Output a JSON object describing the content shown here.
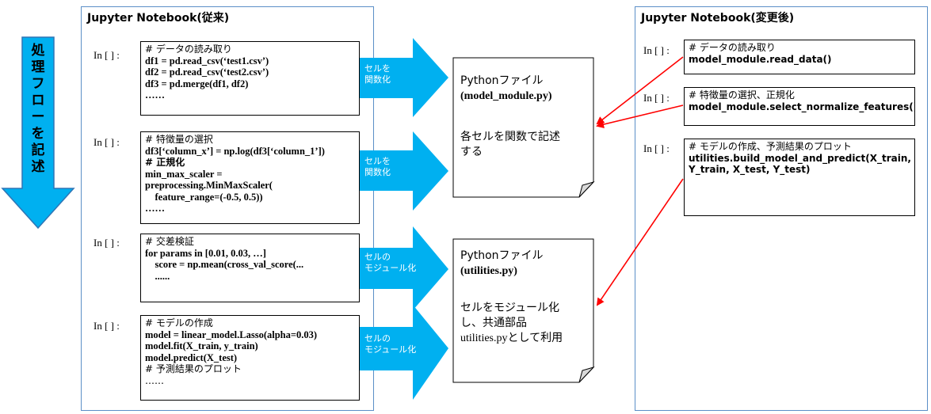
{
  "vertical_arrow": {
    "text": "処理フローを記述"
  },
  "left_panel": {
    "title": "Jupyter Notebook(従来)",
    "cells": [
      {
        "label": "In [  ] :",
        "lines": [
          "# データの読み取り",
          "df1 = pd.read_csv(‘test1.csv’)",
          "df2 = pd.read_csv(‘test2.csv’)",
          "df3 = pd.merge(df1, df2)",
          "……"
        ]
      },
      {
        "label": "In [  ] :",
        "lines": [
          "# 特徴量の選択",
          "df3[‘column_x’] = np.log(df3[‘column_1’])",
          "# 正規化",
          "min_max_scaler =",
          "preprocessing.MinMaxScaler(",
          "    feature_range=(-0.5, 0.5))",
          "……"
        ]
      },
      {
        "label": "In [  ] :",
        "lines": [
          "# 交差検証",
          "for params in [0.01, 0.03, …]",
          "    score = np.mean(cross_val_score(...",
          "    ......"
        ]
      },
      {
        "label": "In [  ] :",
        "lines": [
          "# モデルの作成",
          "model = linear_model.Lasso(alpha=0.03)",
          "model.fit(X_train, y_train)",
          "model.predict(X_test)",
          "# 予測結果のプロット",
          "……"
        ]
      }
    ]
  },
  "arrows": [
    {
      "line1": "セルを",
      "line2": "関数化"
    },
    {
      "line1": "セルを",
      "line2": "関数化"
    },
    {
      "line1": "セルの",
      "line2": "モジュール化"
    },
    {
      "line1": "セルの",
      "line2": "モジュール化"
    }
  ],
  "doc1": {
    "line1": "Pythonファイル",
    "line2": "(model_module.py)",
    "line3": "各セルを関数で記述",
    "line4": "する"
  },
  "doc2": {
    "line1": "Pythonファイル",
    "line2": "(utilities.py)",
    "line3": "セルをモジュール化",
    "line4": "し、共通部品",
    "line5a": "utilities.py",
    "line5b": "として利用"
  },
  "right_panel": {
    "title": "Jupyter Notebook(変更後)",
    "cells": [
      {
        "label": "In [  ] :",
        "lines": [
          "# データの読み取り",
          "model_module.read_data()"
        ]
      },
      {
        "label": "In [  ] :",
        "lines": [
          "# 特徴量の選択、正規化",
          "model_module.select_normalize_features()"
        ]
      },
      {
        "label": "In [  ] :",
        "lines": [
          "# モデルの作成、予測結果のプロット",
          "utilities.build_model_and_predict(X_train,",
          "Y_train, X_test, Y_test)"
        ]
      }
    ]
  },
  "colors": {
    "arrow_fill": "#00b0f0",
    "panel_border": "#5b8fc7",
    "red_arrow": "#ff0000"
  }
}
